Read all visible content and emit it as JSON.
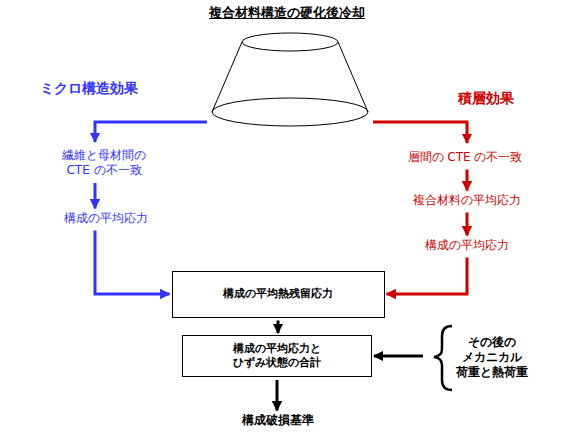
{
  "diagram": {
    "title": "複合材料構造の硬化後冷却",
    "nodes": [
      {
        "text": [
          "繊維と母材間の CTE の不一致"
        ]
      },
      {
        "text": [
          "構成の平均応力"
        ]
      },
      {
        "text": [
          "層間の CTE の不一致"
        ]
      },
      {
        "text": [
          "複合材料の平均応力"
        ]
      },
      {
        "text": [
          "構成の平均応力"
        ]
      },
      {
        "text": [
          "構成の平均熱残留応力"
        ]
      },
      {
        "text": [
          "構成の平均応力と ひずみ状態の合計"
        ]
      },
      {
        "text": [
          "その後の メカニカル 荷重と熱荷重"
        ]
      },
      {
        "text": [
          "構成破損基準"
        ]
      }
    ],
    "edges": [
      {
        "from": 0,
        "to": 1,
        "arrow": "to"
      },
      {
        "from": 1,
        "to": 5,
        "arrow": "to"
      },
      {
        "from": 2,
        "to": 3,
        "arrow": "to"
      },
      {
        "from": 3,
        "to": 4,
        "arrow": "to"
      },
      {
        "from": 4,
        "to": 5,
        "arrow": "to"
      },
      {
        "from": 5,
        "to": 6,
        "arrow": "to"
      },
      {
        "from": 7,
        "to": 6,
        "arrow": "to"
      },
      {
        "from": 6,
        "to": 8,
        "arrow": "to"
      }
    ],
    "labels": [
      "ミクロ構造効果",
      "積層効果"
    ]
  }
}
